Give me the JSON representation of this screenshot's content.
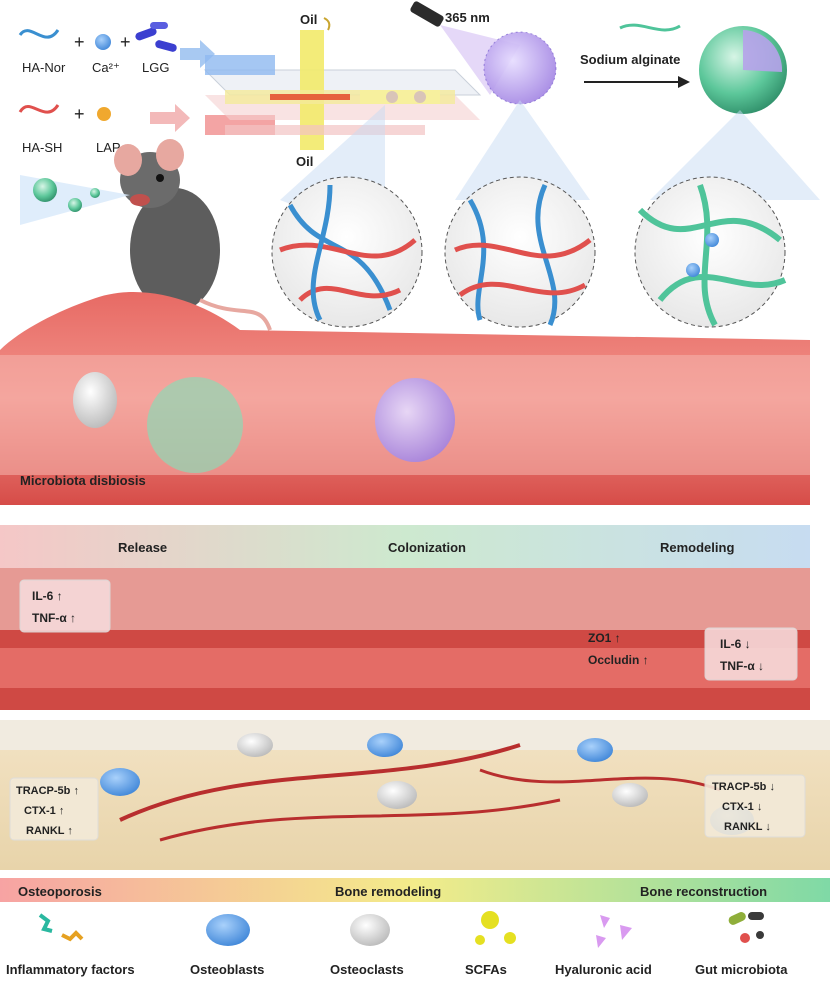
{
  "synthesis": {
    "reagent_row1": [
      "HA-Nor",
      "Ca²⁺",
      "LGG"
    ],
    "reagent_row2": [
      "HA-SH",
      "LAP"
    ],
    "plus": "+",
    "oil_top": "Oil",
    "oil_bottom": "Oil",
    "uv_label": "365 nm",
    "coating_label": "Sodium alginate"
  },
  "gut": {
    "label_disbiosis": "Microbiota disbiosis",
    "stage_release": "Release",
    "stage_colonization": "Colonization",
    "stage_remodeling": "Remodeling",
    "left_markers": [
      "IL-6 ↑",
      "TNF-α ↑"
    ],
    "barrier_markers": [
      "ZO1 ↑",
      "Occludin ↑"
    ],
    "right_markers": [
      "IL-6 ↓",
      "TNF-α ↓"
    ]
  },
  "bone": {
    "left_markers": [
      "TRACP-5b ↑",
      "CTX-1 ↑",
      "RANKL ↑"
    ],
    "right_markers": [
      "TRACP-5b ↓",
      "CTX-1 ↓",
      "RANKL ↓"
    ],
    "bar_labels": [
      "Osteoporosis",
      "Bone remodeling",
      "Bone reconstruction"
    ]
  },
  "legend": {
    "items": [
      "Inflammatory factors",
      "Osteoblasts",
      "Osteoclasts",
      "SCFAs",
      "Hyaluronic acid",
      "Gut microbiota"
    ]
  },
  "colors": {
    "ha_nor_blue": "#3a8fd0",
    "ha_sh_red": "#e0504d",
    "alginate_green": "#4fc49a",
    "microsphere_purple": "#9b7be0",
    "osteoblast_blue": "#5a9be0",
    "scfa_yellow": "#e5e021",
    "inflam_teal": "#2ab8a0",
    "inflam_orange": "#e6a121"
  }
}
